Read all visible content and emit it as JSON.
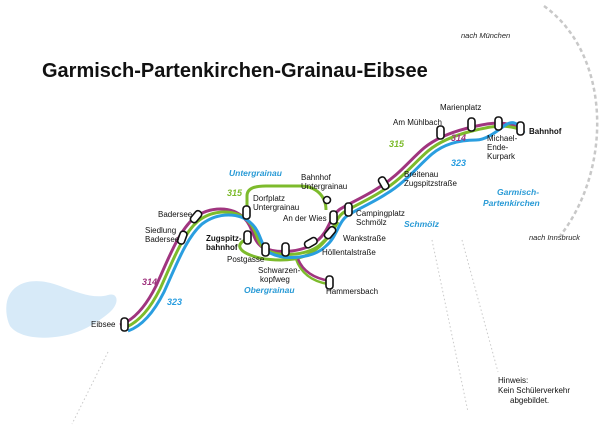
{
  "title": "Garmisch-Partenkirchen-Grainau-Eibsee",
  "colors": {
    "line_314": "#a0357f",
    "line_315": "#7dbb2c",
    "line_323": "#2a9ee0",
    "area_label": "#2a9bd6",
    "lake": "#d7eaf8",
    "rail": "#c8c8c8"
  },
  "directions": {
    "north": "nach München",
    "south": "nach Innsbruck"
  },
  "areas": {
    "untergrainau": "Untergrainau",
    "obergrainau": "Obergrainau",
    "schmoelz": "Schmölz",
    "gap_line1": "Garmisch-",
    "gap_line2": "Partenkirchen"
  },
  "lines": {
    "l314": "314",
    "l315": "315",
    "l323": "323"
  },
  "stops": {
    "eibsee": "Eibsee",
    "siedlung_1": "Siedlung",
    "siedlung_2": "Badersee",
    "badersee": "Badersee",
    "zugspitz_1": "Zugspitz-",
    "zugspitz_2": "bahnhof",
    "postgasse": "Postgasse",
    "schwarzen_1": "Schwarzen-",
    "schwarzen_2": "kopfweg",
    "hammersbach": "Hammersbach",
    "dorfplatz_1": "Dorfplatz",
    "dorfplatz_2": "Untergrainau",
    "bahnhof_ug_1": "Bahnhof",
    "bahnhof_ug_2": "Untergrainau",
    "an_der_wies": "An der Wies",
    "wankstrasse": "Wankstraße",
    "hoellental": "Höllentalstraße",
    "campingplatz_1": "Campingplatz",
    "campingplatz_2": "Schmölz",
    "breitenau_1": "Breitenau",
    "breitenau_2": "Zugspitzstraße",
    "am_muehlbach": "Am Mühlbach",
    "marienplatz": "Marienplatz",
    "michael_1": "Michael-",
    "michael_2": "Ende-",
    "michael_3": "Kurpark",
    "bahnhof": "Bahnhof"
  },
  "note": {
    "line1": "Hinweis:",
    "line2": "Kein Schülerverkehr",
    "line3": "abgebildet."
  }
}
